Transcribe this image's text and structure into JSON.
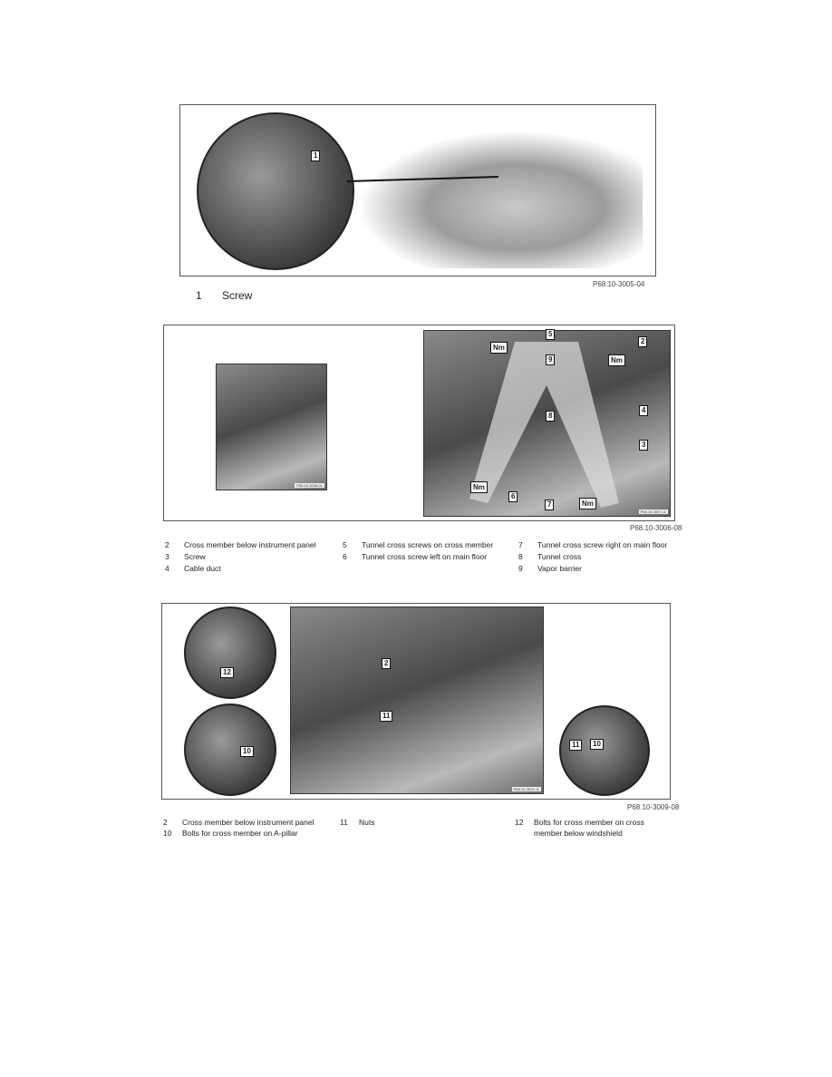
{
  "figure1": {
    "code": "P68.10-3005-04",
    "callouts": [
      "1"
    ],
    "legend": [
      {
        "num": "1",
        "text": "Screw"
      }
    ]
  },
  "figure2": {
    "code": "P68.10-3006-08",
    "inner_codes": [
      "P68.10-3008-01",
      "P68.10-3007-11"
    ],
    "callouts": [
      "5",
      "2",
      "9",
      "8",
      "4",
      "3",
      "6",
      "7"
    ],
    "torque_label": "Nm",
    "legend": [
      {
        "num": "2",
        "text": "Cross member below instrument panel"
      },
      {
        "num": "3",
        "text": "Screw"
      },
      {
        "num": "4",
        "text": "Cable duct"
      },
      {
        "num": "5",
        "text": "Tunnel cross screws on cross member"
      },
      {
        "num": "6",
        "text": "Tunnel cross screw left on main floor"
      },
      {
        "num": "7",
        "text": "Tunnel cross screw right on main floor"
      },
      {
        "num": "8",
        "text": "Tunnel cross"
      },
      {
        "num": "9",
        "text": "Vapor barrier"
      }
    ]
  },
  "figure3": {
    "code": "P68.10-3009-08",
    "inner_code": "P68.10-3010-11",
    "callouts": [
      "12",
      "10",
      "2",
      "11",
      "11",
      "10"
    ],
    "legend": [
      {
        "num": "2",
        "text": "Cross member below instrument panel"
      },
      {
        "num": "10",
        "text": "Bolts for cross member on A-pillar"
      },
      {
        "num": "11",
        "text": "Nuts"
      },
      {
        "num": "12",
        "text": "Bolts for cross member on cross"
      },
      {
        "num": "",
        "text": "member below windshield"
      }
    ]
  }
}
